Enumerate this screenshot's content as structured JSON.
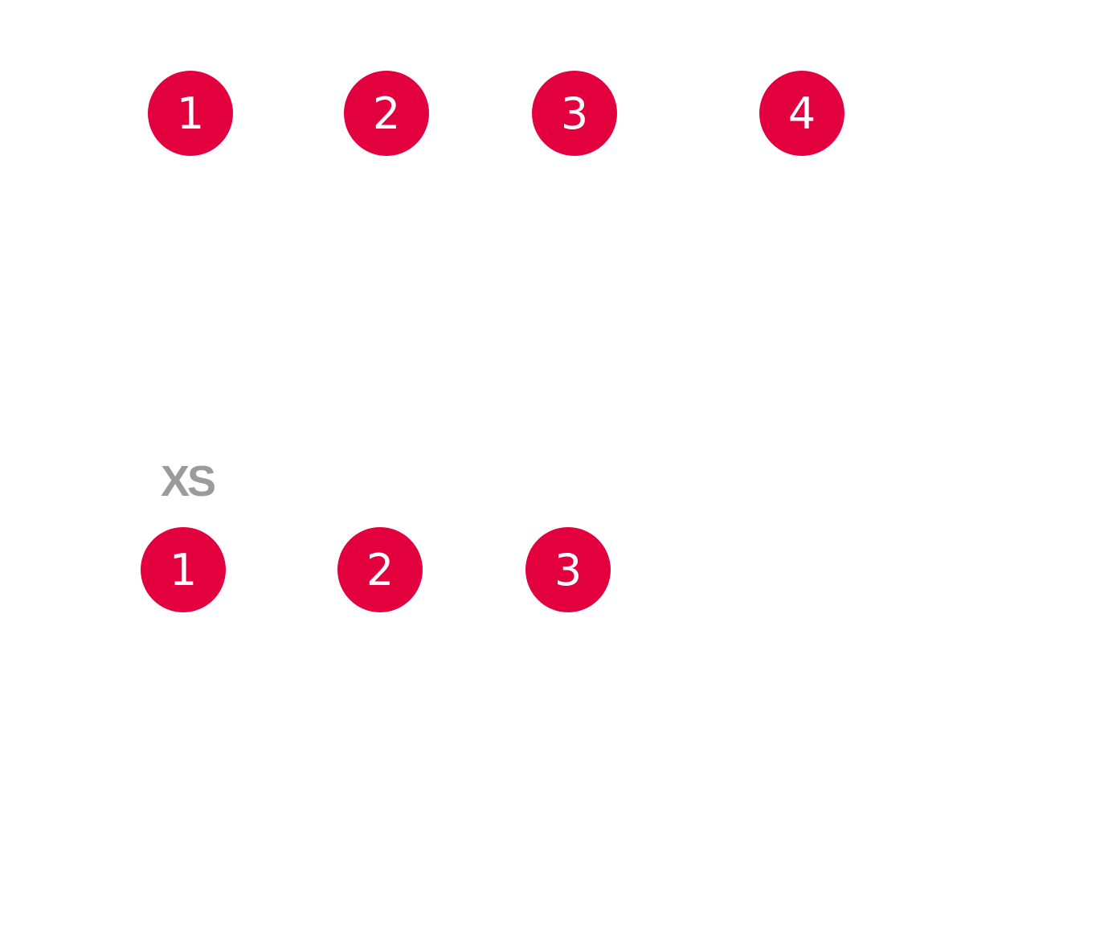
{
  "colors": {
    "badge_fill": "#E3003F",
    "badge_text": "#FFFFFF",
    "label_text": "#9B9B9B",
    "background": "#FFFFFF"
  },
  "default_row": {
    "badges": [
      "1",
      "2",
      "3",
      "4"
    ]
  },
  "xs_row": {
    "label": "XS",
    "badges": [
      "1",
      "2",
      "3"
    ]
  }
}
